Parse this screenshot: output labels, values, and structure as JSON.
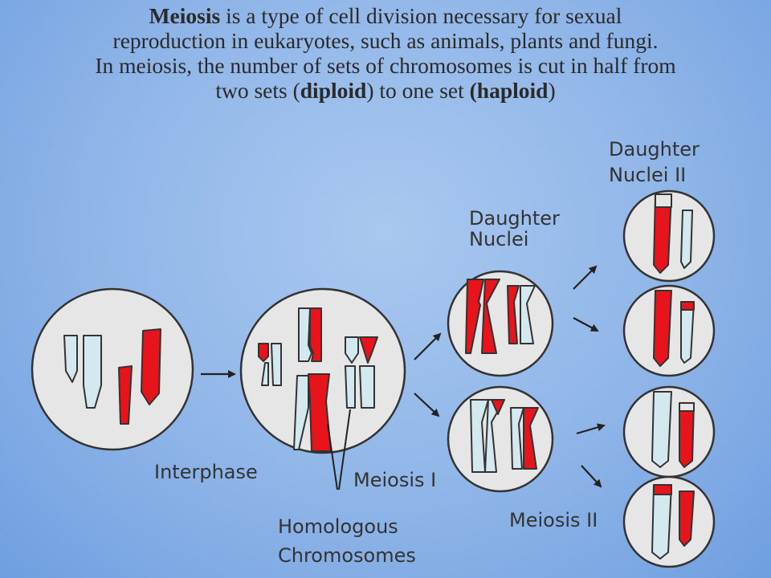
{
  "heading": {
    "line1": {
      "bold": "Meiosis",
      "rest": " is a type of cell division necessary for sexual"
    },
    "line2": "reproduction in eukaryotes, such as animals, plants and fungi.",
    "line3": "In meiosis, the number of sets of chromosomes is cut in half from",
    "line4": {
      "pre": "two sets (",
      "diploid": "diploid",
      "mid": ") to one set ",
      "haploid": "(haploid",
      "post": ")"
    }
  },
  "labels": {
    "interphase": "Interphase",
    "meiosis1": "Meiosis I",
    "homologous1": "Homologous",
    "homologous2": "Chromosomes",
    "daughter_nuclei1": "Daughter",
    "daughter_nuclei2": "Nuclei",
    "daughter_nuclei_ii1": "Daughter",
    "daughter_nuclei_ii2": "Nuclei II",
    "meiosis2": "Meiosis II"
  },
  "colors": {
    "red": "#e8141c",
    "light": "#d4e8f0",
    "cell": "#e6e6e6",
    "outline": "#333333"
  }
}
